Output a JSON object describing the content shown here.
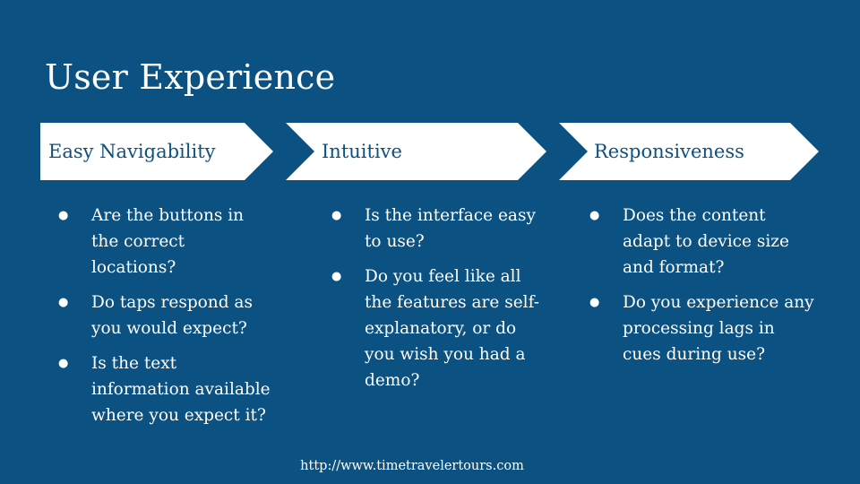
{
  "slide": {
    "title": "User Experience",
    "footer_url": "http://www.timetravelertours.com"
  },
  "colors": {
    "background": "#0b5181",
    "chevron_fill": "#ffffff",
    "chevron_text": "#0b5181",
    "body_text": "#ffffff"
  },
  "columns": [
    {
      "heading": "Easy Navigability",
      "items": [
        "Are the buttons in the correct locations?",
        "Do taps respond as you would expect?",
        "Is the text information available where you expect it?"
      ]
    },
    {
      "heading": "Intuitive",
      "items": [
        "Is the interface easy to use?",
        "Do you feel like all the features are self-explanatory, or do you wish you had a demo?"
      ]
    },
    {
      "heading": "Responsiveness",
      "items": [
        "Does the content adapt to device size and format?",
        "Do you experience any processing lags in cues during use?"
      ]
    }
  ],
  "bullet_glyph": "●"
}
